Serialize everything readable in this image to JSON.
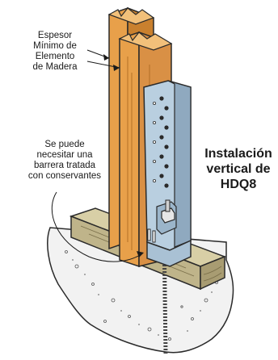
{
  "labels": {
    "thickness_line1": "Espesor",
    "thickness_line2": "Mínimo de",
    "thickness_line3": "Elemento",
    "thickness_line4": "de Madera",
    "barrier_line1": "Se puede",
    "barrier_line2": "necesitar una",
    "barrier_line3": "barrera tratada",
    "barrier_line4": "con conservantes"
  },
  "title": {
    "line1": "Instalación",
    "line2": "vertical de",
    "line3": "HDQ8"
  },
  "colors": {
    "post_face": "#e8a04a",
    "post_side": "#c9802e",
    "post_top": "#f2c07a",
    "sill_top": "#d8cfa6",
    "sill_front": "#bfb48a",
    "bracket": "#b9cfe0",
    "bracket_dark": "#8fa9bf",
    "concrete": "#f2f2f2",
    "outline": "#2a2a2a"
  }
}
